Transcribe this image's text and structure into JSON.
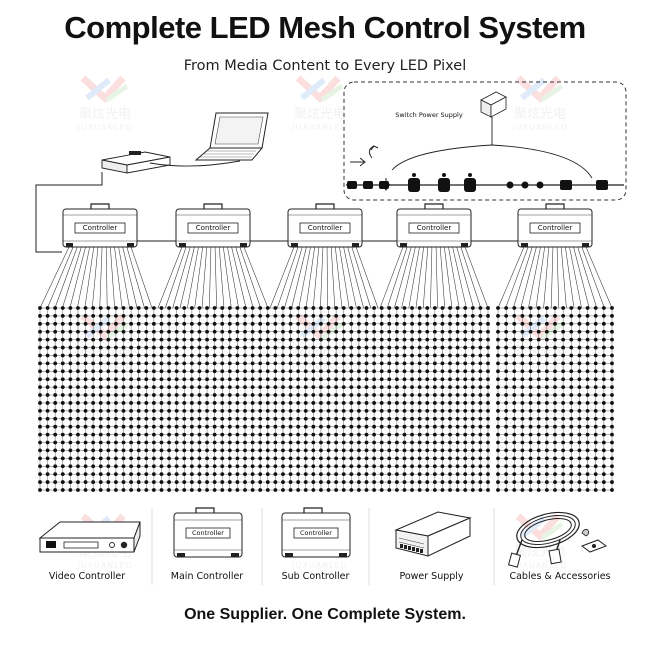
{
  "header": {
    "title": "Complete LED Mesh Control System",
    "subtitle": "From Media Content to Every LED Pixel"
  },
  "watermark": {
    "brand_cn": "聚炫光电",
    "brand_en": "JUXUANLED",
    "colors": [
      "#f4a6a6",
      "#a9c8f2",
      "#b9e3b0"
    ]
  },
  "diagram": {
    "controller_label": "Controller",
    "controllers": [
      {
        "label": "Controller"
      },
      {
        "label": "Controller"
      },
      {
        "label": "Controller"
      },
      {
        "label": "Controller"
      },
      {
        "label": "Controller"
      }
    ],
    "inset": {
      "power_supply_label": "Switch Power Supply"
    }
  },
  "catalog": {
    "items": [
      {
        "label": "Video Controller",
        "icon": "video-controller-icon"
      },
      {
        "label": "Main Controller",
        "icon": "controller-case-icon",
        "case_text": "Controller"
      },
      {
        "label": "Sub Controller",
        "icon": "controller-case-icon",
        "case_text": "Controller"
      },
      {
        "label": "Power Supply",
        "icon": "power-supply-icon"
      },
      {
        "label": "Cables & Accessories",
        "icon": "cables-icon"
      }
    ]
  },
  "footer": {
    "tagline": "One Supplier. One Complete System."
  }
}
